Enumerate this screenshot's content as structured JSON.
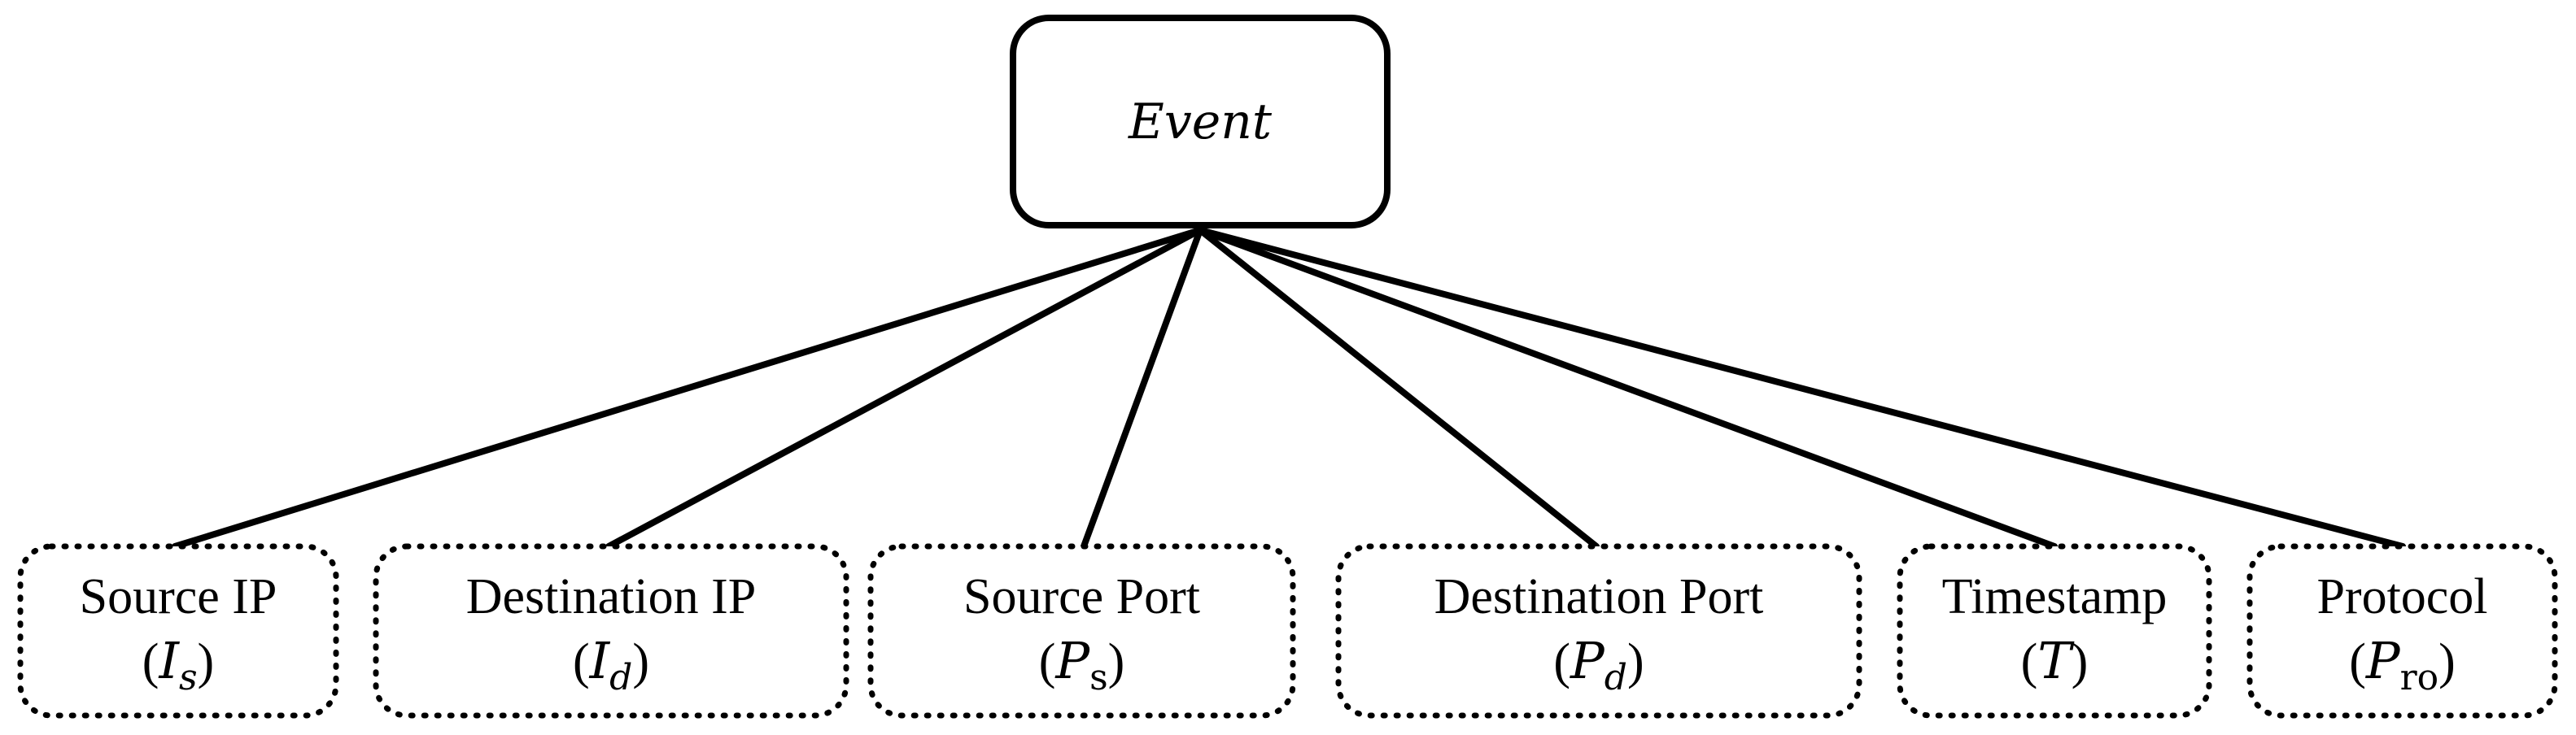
{
  "root": {
    "label": "Event"
  },
  "attributes": [
    {
      "id": "source-ip",
      "name": "Source IP",
      "symbol_base": "I",
      "symbol_sub": "s",
      "sub_italic": true
    },
    {
      "id": "destination-ip",
      "name": "Destination IP",
      "symbol_base": "I",
      "symbol_sub": "d",
      "sub_italic": true
    },
    {
      "id": "source-port",
      "name": "Source Port",
      "symbol_base": "P",
      "symbol_sub": "s",
      "sub_italic": false
    },
    {
      "id": "destination-port",
      "name": "Destination Port",
      "symbol_base": "P",
      "symbol_sub": "d",
      "sub_italic": true
    },
    {
      "id": "timestamp",
      "name": "Timestamp",
      "symbol_base": "T",
      "symbol_sub": "",
      "sub_italic": true
    },
    {
      "id": "protocol",
      "name": "Protocol",
      "symbol_base": "P",
      "symbol_sub": "ro",
      "sub_italic": false
    }
  ],
  "style": {
    "stroke_color": "#000000",
    "background": "#ffffff"
  }
}
